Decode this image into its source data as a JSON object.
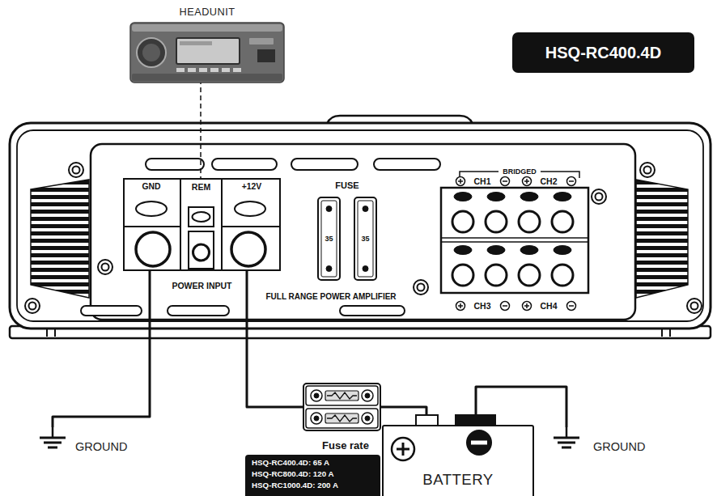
{
  "diagram": {
    "nodes": [
      {
        "text": [
          "HEADUNIT"
        ]
      },
      {
        "text": [
          "HSQ-RC400.4D"
        ]
      },
      {
        "text": [
          "FULL RANGE POWER AMPLIFIER"
        ]
      },
      {
        "text": [
          "POWER INPUT"
        ],
        "in": 2
      },
      {
        "text": [
          "GND"
        ],
        "in": 3
      },
      {
        "text": [
          "REM"
        ],
        "in": 3
      },
      {
        "text": [
          "+12V"
        ],
        "in": 3
      },
      {
        "text": [
          "GROUND"
        ]
      },
      {
        "text": [
          "Fuse rate",
          "HSQ-RC400.4D: 65 A",
          "HSQ-RC800.4D: 120 A",
          "HSQ-RC1000.4D: 200 A"
        ]
      },
      {
        "text": [
          "BATTERY"
        ]
      },
      {
        "text": [
          "GROUND"
        ]
      }
    ],
    "edges": [
      {
        "from": 0,
        "to": 5,
        "arrow": "none"
      },
      {
        "from": 4,
        "to": 7,
        "arrow": "none"
      },
      {
        "from": 6,
        "to": 9,
        "arrow": "none"
      },
      {
        "from": 9,
        "to": 10,
        "arrow": "none"
      }
    ],
    "labels": [
      "FUSE",
      "35",
      "35",
      "BRIDGED",
      "CH1",
      "CH2",
      "CH3",
      "CH4"
    ]
  }
}
